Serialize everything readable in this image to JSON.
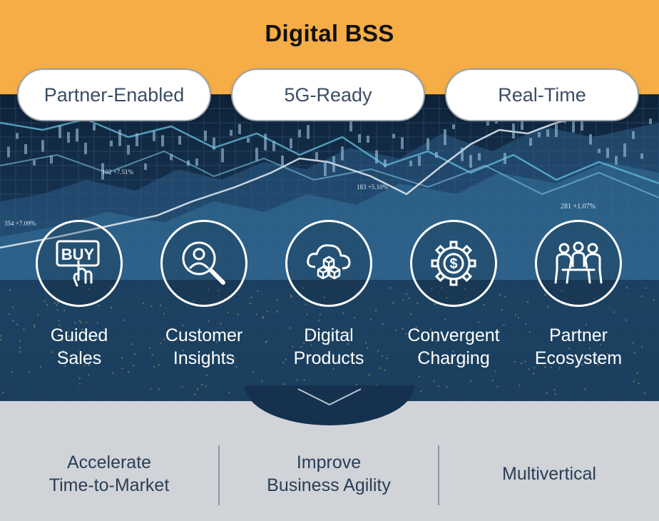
{
  "title": "Digital BSS",
  "pills": [
    {
      "label": "Partner-Enabled"
    },
    {
      "label": "5G-Ready"
    },
    {
      "label": "Real-Time"
    }
  ],
  "chart_annotations": [
    "102 +7.51%",
    "183 +5.10%",
    "281 +1.07%",
    "354 +7.09%"
  ],
  "features": [
    {
      "line1": "Guided",
      "line2": "Sales",
      "icon": "buy-touch-icon",
      "icon_text": "BUY"
    },
    {
      "line1": "Customer",
      "line2": "Insights",
      "icon": "customer-search-icon"
    },
    {
      "line1": "Digital",
      "line2": "Products",
      "icon": "cloud-boxes-icon"
    },
    {
      "line1": "Convergent",
      "line2": "Charging",
      "icon": "gear-dollar-icon",
      "icon_text": "$"
    },
    {
      "line1": "Partner",
      "line2": "Ecosystem",
      "icon": "partner-meeting-icon"
    }
  ],
  "benefits": [
    {
      "line1": "Accelerate",
      "line2": "Time-to-Market"
    },
    {
      "line1": "Improve",
      "line2": "Business Agility"
    },
    {
      "line1": "Multivertical",
      "line2": ""
    }
  ],
  "colors": {
    "header": "#f7ad45",
    "hero_dark": "#0e2238",
    "text_dark": "#2b3d55",
    "bottom_bg": "#d0d4d9",
    "pill_text": "#3b4d63"
  }
}
